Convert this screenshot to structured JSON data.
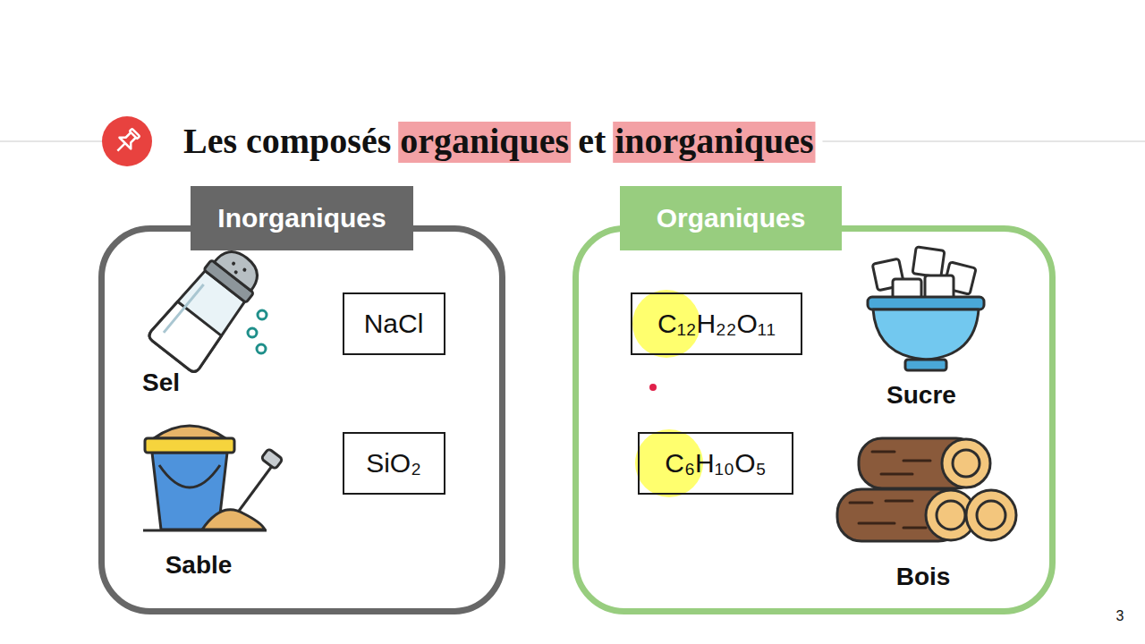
{
  "diagram": {
    "title": "Les composés organiques et inorganiques",
    "nodes": [
      {
        "text": [
          "Inorganiques"
        ]
      },
      {
        "text": [
          "NaCl"
        ],
        "in": 0
      },
      {
        "text": [
          "SiO₂"
        ],
        "in": 0
      },
      {
        "text": [
          "Organiques"
        ]
      },
      {
        "text": [
          "C₁₂H₂₂O₁₁"
        ],
        "in": 3
      },
      {
        "text": [
          "C₆H₁₀O₅"
        ],
        "in": 3
      }
    ],
    "labels": [
      "Sel",
      "Sable",
      "Sucre",
      "Bois",
      "3"
    ]
  }
}
